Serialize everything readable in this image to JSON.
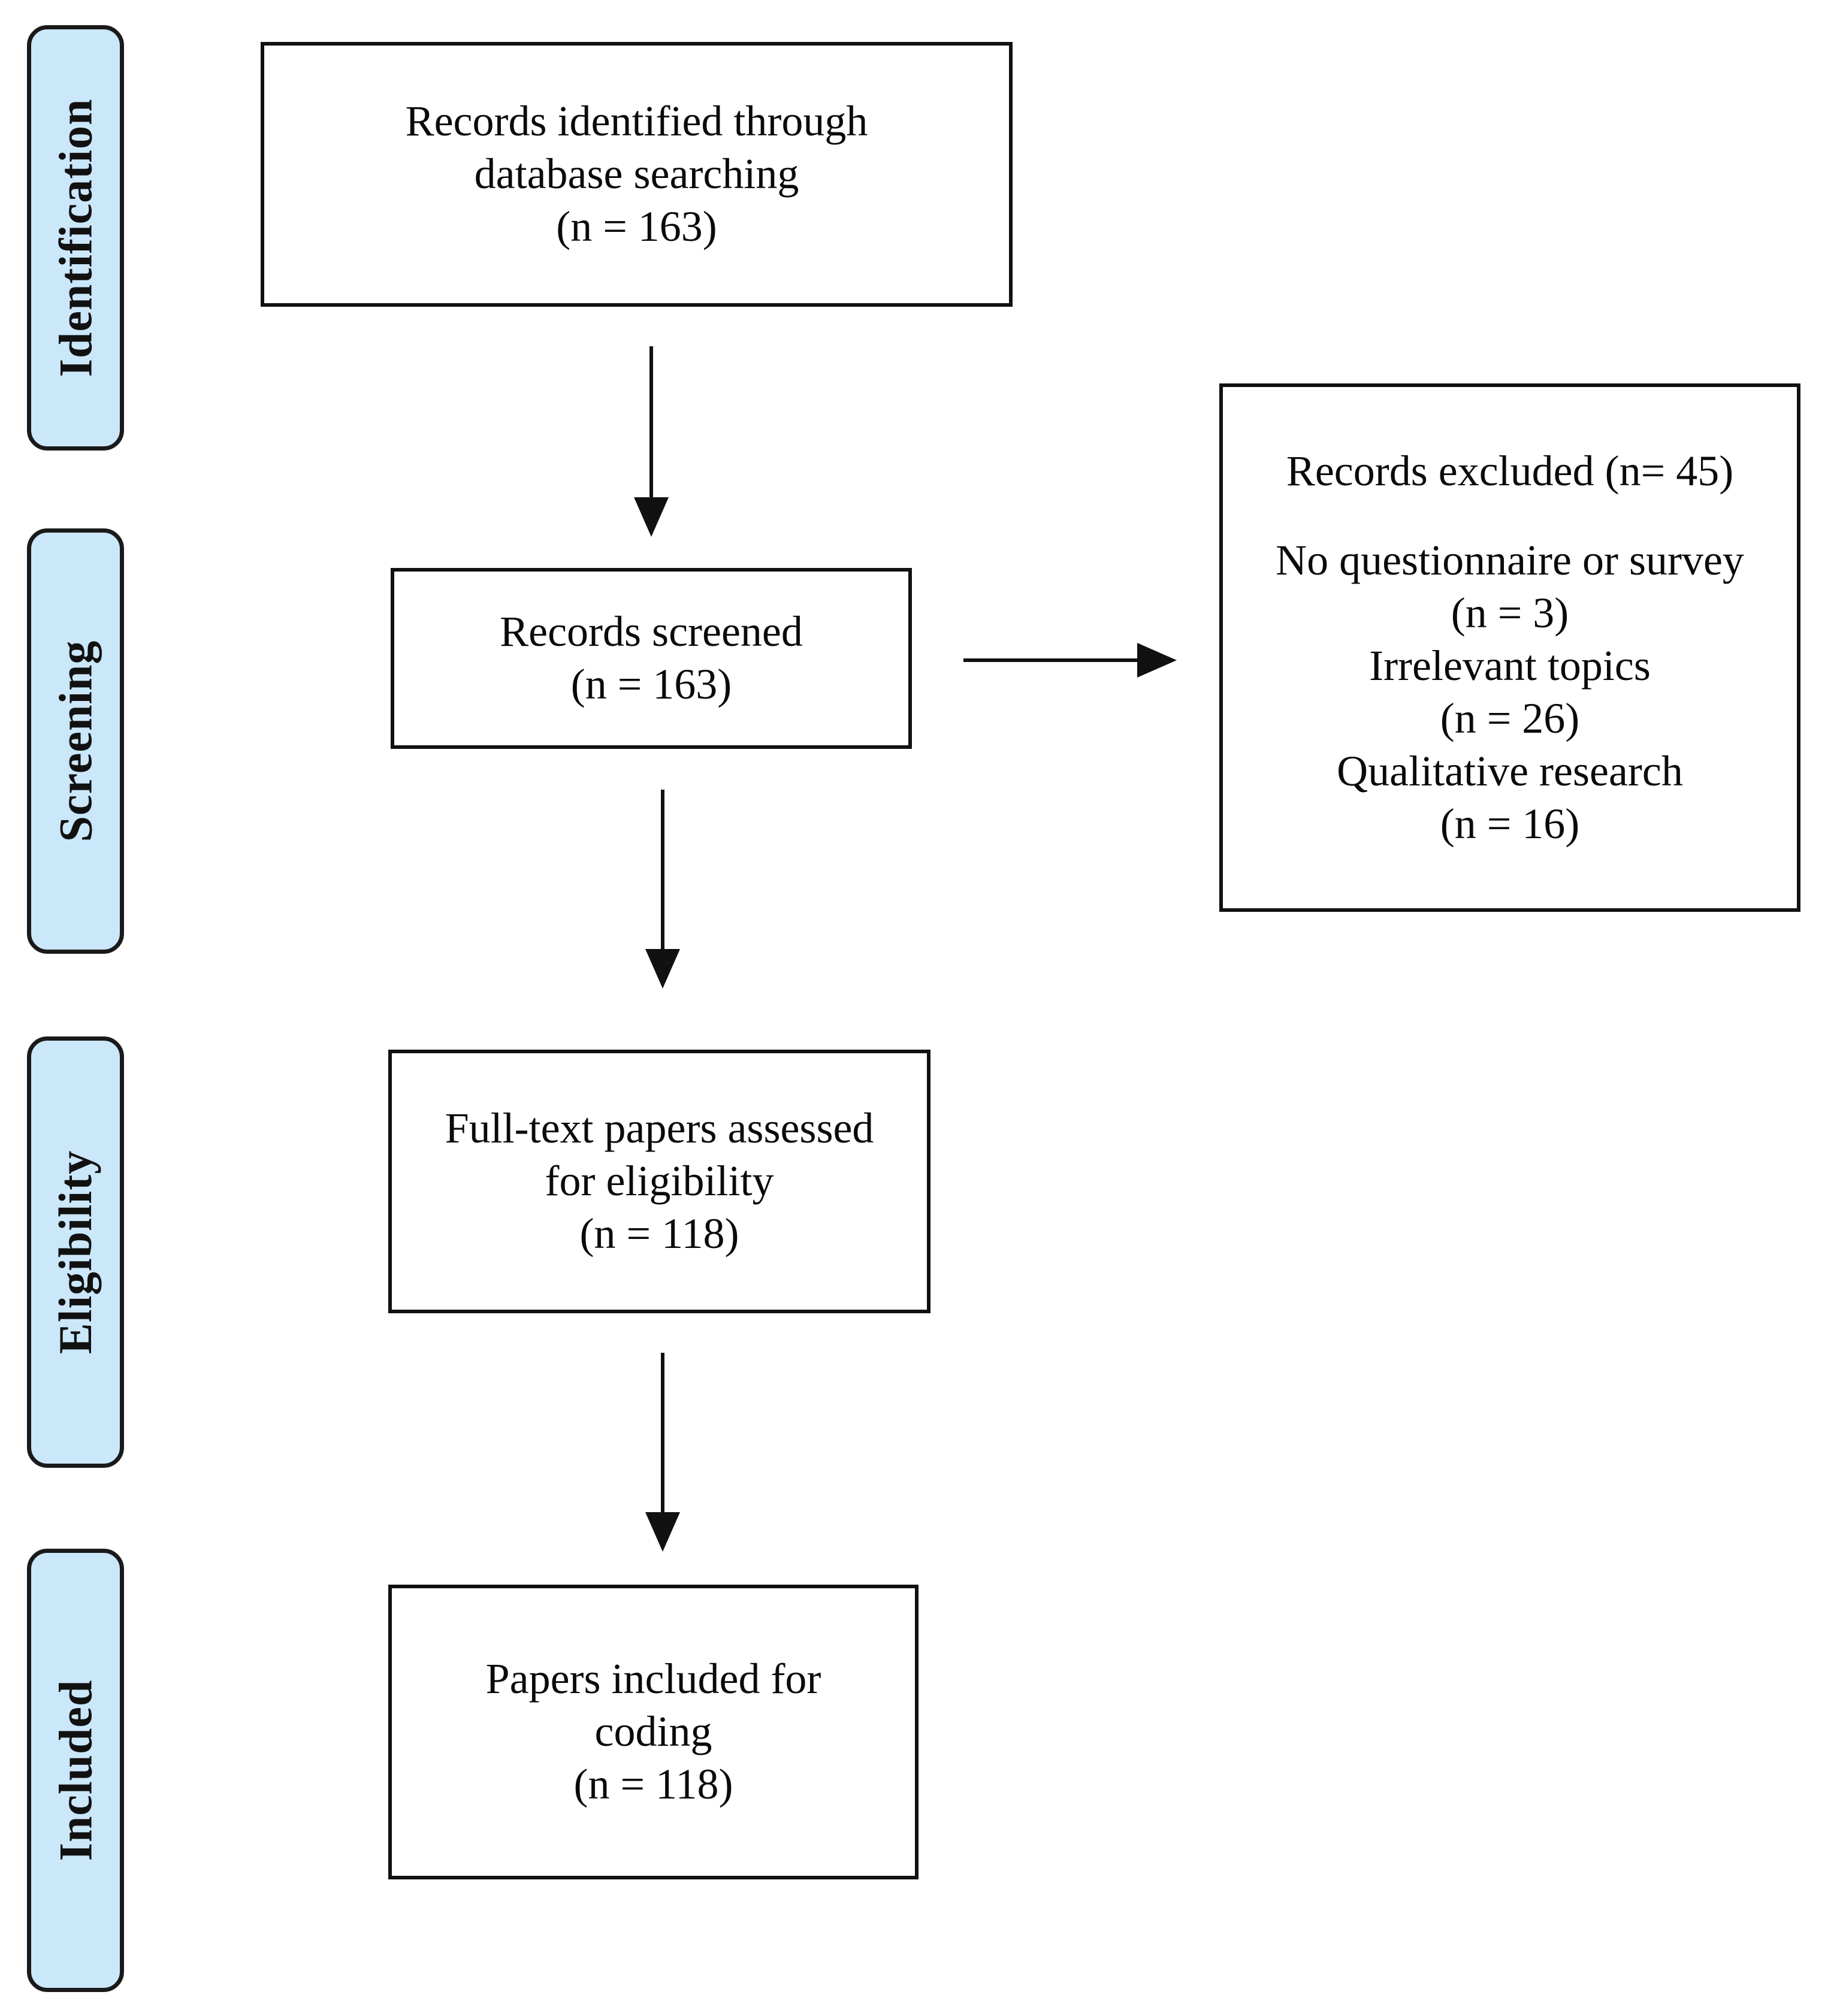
{
  "diagram": {
    "title": "PRISMA study selection flow diagram",
    "accent_color": "#cbe7fa",
    "line_color": "#111111"
  },
  "stages": [
    {
      "id": "identification",
      "label": "Identification"
    },
    {
      "id": "screening",
      "label": "Screening"
    },
    {
      "id": "eligibility",
      "label": "Eligibility"
    },
    {
      "id": "included",
      "label": "Included"
    }
  ],
  "boxes": {
    "identified": {
      "line1": "Records identified through",
      "line2": "database searching",
      "line3": "(n = 163)"
    },
    "screened": {
      "line1": "Records screened",
      "line2": "(n = 163)"
    },
    "excluded": {
      "line1": "Records excluded (n= 45)",
      "line2": "No questionnaire or survey",
      "line3": "(n = 3)",
      "line4": "Irrelevant topics",
      "line5": "(n = 26)",
      "line6": "Qualitative research",
      "line7": "(n = 16)"
    },
    "fulltext": {
      "line1": "Full-text papers assessed",
      "line2": "for eligibility",
      "line3": "(n = 118)"
    },
    "included": {
      "line1": "Papers included for",
      "line2": "coding",
      "line3": "(n = 118)"
    }
  },
  "chart_data": {
    "type": "diagram",
    "title": "PRISMA flow of study selection",
    "nodes": [
      {
        "id": "identified",
        "stage": "Identification",
        "label": "Records identified through database searching",
        "n": 163
      },
      {
        "id": "screened",
        "stage": "Screening",
        "label": "Records screened",
        "n": 163
      },
      {
        "id": "excluded",
        "stage": "Screening",
        "label": "Records excluded",
        "n": 45,
        "reasons": [
          {
            "label": "No questionnaire or survey",
            "n": 3
          },
          {
            "label": "Irrelevant topics",
            "n": 26
          },
          {
            "label": "Qualitative research",
            "n": 16
          }
        ]
      },
      {
        "id": "fulltext",
        "stage": "Eligibility",
        "label": "Full-text papers assessed for eligibility",
        "n": 118
      },
      {
        "id": "included",
        "stage": "Included",
        "label": "Papers included for coding",
        "n": 118
      }
    ],
    "edges": [
      {
        "from": "identified",
        "to": "screened",
        "direction": "down"
      },
      {
        "from": "screened",
        "to": "excluded",
        "direction": "right"
      },
      {
        "from": "screened",
        "to": "fulltext",
        "direction": "down"
      },
      {
        "from": "fulltext",
        "to": "included",
        "direction": "down"
      }
    ]
  }
}
